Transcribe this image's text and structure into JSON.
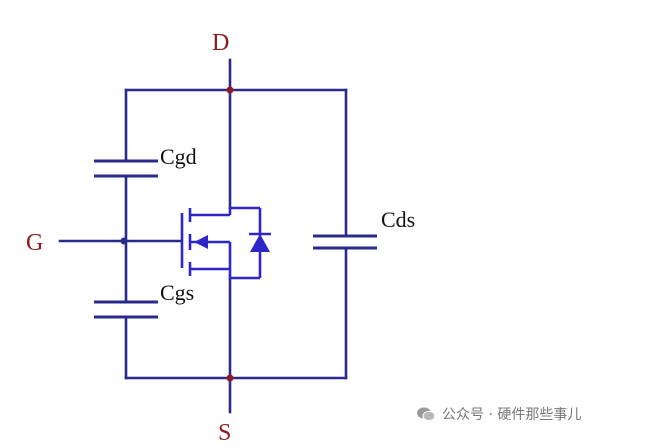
{
  "terminals": {
    "drain": "D",
    "gate": "G",
    "source": "S"
  },
  "capacitors": {
    "cgd": "Cgd",
    "cgs": "Cgs",
    "cds": "Cds"
  },
  "watermark": {
    "icon": "wechat-icon",
    "text": "公众号 · 硬件那些事儿"
  },
  "colors": {
    "wire": "#2a2a8c",
    "mosfet": "#2d27c9",
    "terminal_text": "#8b1a1a",
    "junction": "#8b1a2a"
  }
}
